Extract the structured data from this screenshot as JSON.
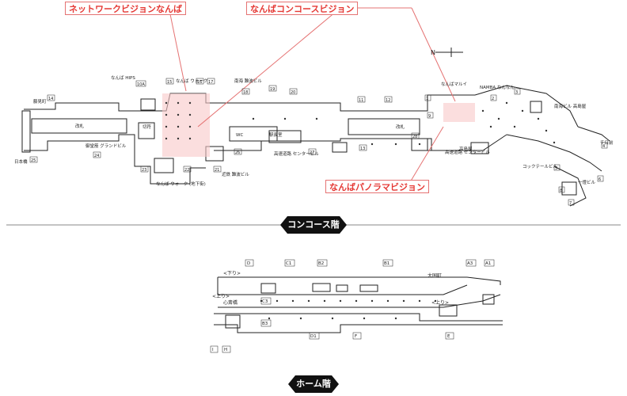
{
  "callouts": {
    "network_vision": "ネットワークビジョンなんば",
    "concourse_vision": "なんばコンコースビジョン",
    "panorama_vision": "なんばパノラマビジョン"
  },
  "floors": {
    "concourse": "コンコース階",
    "home": "ホーム階"
  },
  "compass": "N",
  "upper_labels": {
    "namba_hips": "なんば\nHIPS",
    "namba_walk_top": "なんば\nウォーク",
    "marui": "なんばマルイ",
    "namba_nankai": "NAMBA\nなんなん",
    "takashimaya": "高島屋",
    "kaigai": "改札",
    "nankai_north": "南海ビル\n高島屋",
    "fujimi": "藤見町",
    "grand_building": "御堂筋\nグランドビル",
    "namba_walk_b": "なんば\nウォーク\n(地下街)",
    "kotsu_center": "高速道路\nセンタービル",
    "kotsu_center2": "高速道路\nセンタービル",
    "kintetsu": "近鉄\n難波ビル",
    "minami_building": "南海\n難波ビル",
    "ichiban": "一燈ビル",
    "cocktail": "コックテールビル",
    "sennichimae": "千日前",
    "nihonbashi": "日本橋",
    "wc": "WC",
    "station_office": "駅長室",
    "kaisatsu_a": "改札",
    "kaisatsu_b": "改札",
    "ticket": "切符"
  },
  "exits_upper": [
    "14",
    "15",
    "16",
    "17",
    "18",
    "19",
    "20",
    "10A",
    "11",
    "12",
    "13",
    "1",
    "2",
    "3",
    "4",
    "5",
    "6",
    "7",
    "8",
    "9",
    "21",
    "22",
    "23",
    "24",
    "25",
    "26",
    "27",
    "28"
  ],
  "home_labels": {
    "down": "<下り>",
    "up_left": "<上り>",
    "shinsaibashi": "心斎橋",
    "daikokucho": "大国町",
    "up_right": "<上り>"
  },
  "home_exits_top": [
    "D",
    "C1",
    "B2",
    "B1",
    "A3",
    "A1"
  ],
  "home_exits_mid": [
    "C3",
    "B3",
    "D1",
    "F",
    "E"
  ],
  "home_exits_bottom": [
    "I",
    "H"
  ]
}
